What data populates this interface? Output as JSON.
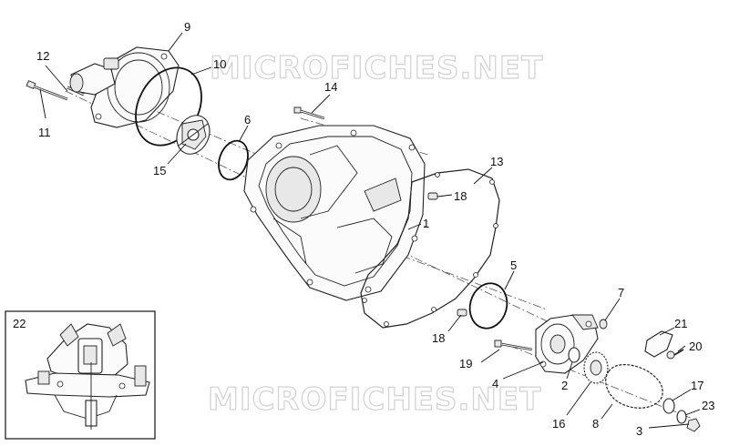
{
  "watermarks": [
    "MICROFICHES.NET",
    "MICROFICHES.NET"
  ],
  "inset_label": "22",
  "callouts": [
    {
      "id": "p9",
      "label": "9"
    },
    {
      "id": "p10",
      "label": "10"
    },
    {
      "id": "p12",
      "label": "12"
    },
    {
      "id": "p11",
      "label": "11"
    },
    {
      "id": "p14",
      "label": "14"
    },
    {
      "id": "p6",
      "label": "6"
    },
    {
      "id": "p15",
      "label": "15"
    },
    {
      "id": "p13",
      "label": "13"
    },
    {
      "id": "p18a",
      "label": "18"
    },
    {
      "id": "p1",
      "label": "1"
    },
    {
      "id": "p5",
      "label": "5"
    },
    {
      "id": "p7",
      "label": "7"
    },
    {
      "id": "p18b",
      "label": "18"
    },
    {
      "id": "p21",
      "label": "21"
    },
    {
      "id": "p20",
      "label": "20"
    },
    {
      "id": "p19",
      "label": "19"
    },
    {
      "id": "p4",
      "label": "4"
    },
    {
      "id": "p2",
      "label": "2"
    },
    {
      "id": "p17",
      "label": "17"
    },
    {
      "id": "p23",
      "label": "23"
    },
    {
      "id": "p16",
      "label": "16"
    },
    {
      "id": "p8",
      "label": "8"
    },
    {
      "id": "p3",
      "label": "3"
    }
  ]
}
